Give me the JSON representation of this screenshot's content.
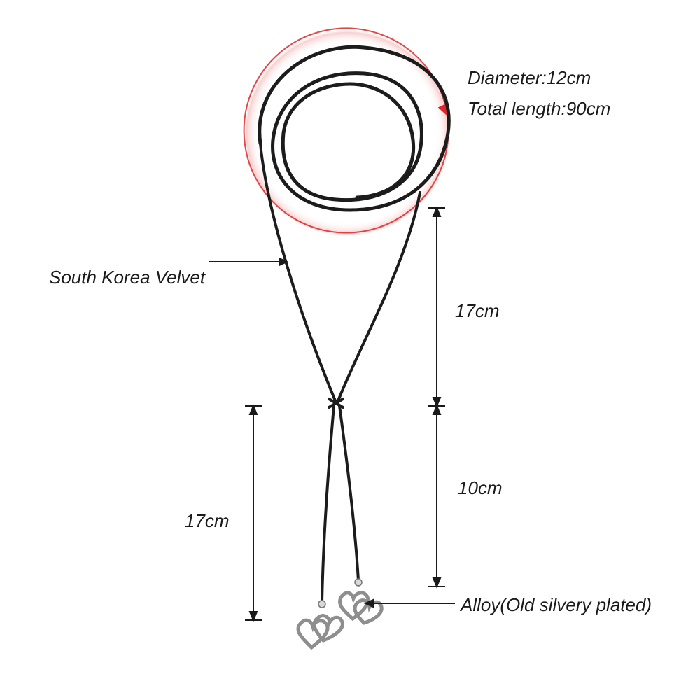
{
  "labels": {
    "diameter": "Diameter:12cm",
    "total_length": "Total length:90cm",
    "material": "South Korea Velvet",
    "upper_drop": "17cm",
    "lower_left": "17cm",
    "lower_right": "10cm",
    "pendant_material": "Alloy(Old silvery plated)"
  },
  "colors": {
    "cord": "#1c1c1c",
    "accent_ring": "#e02626",
    "dimension_line": "#1a1a1a",
    "metal": "#9a9a9a"
  }
}
